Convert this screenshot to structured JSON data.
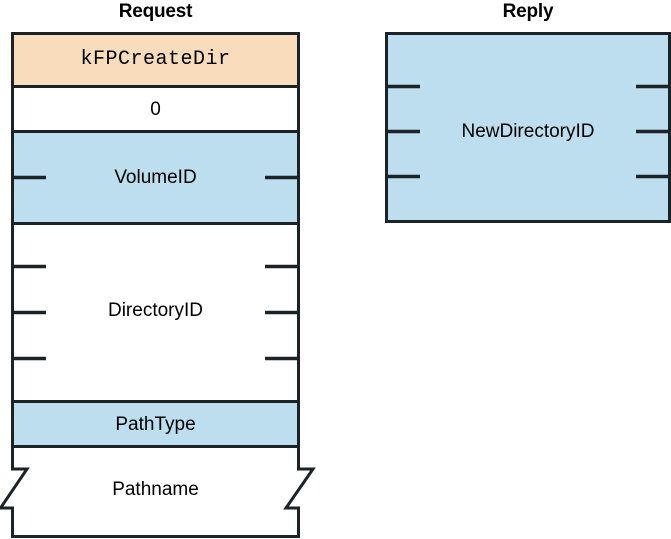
{
  "diagram": {
    "type": "packet-format-diagram",
    "protocol_call": "kFPCreateDir",
    "columns": [
      {
        "id": "request",
        "title": "Request",
        "fields": [
          {
            "label": "kFPCreateDir",
            "fill": "orange",
            "mono": true,
            "ticks": 0,
            "torn": false
          },
          {
            "label": "0",
            "fill": "white",
            "mono": false,
            "ticks": 0,
            "torn": false
          },
          {
            "label": "VolumeID",
            "fill": "blue",
            "mono": false,
            "ticks": 1,
            "torn": false
          },
          {
            "label": "DirectoryID",
            "fill": "white",
            "mono": false,
            "ticks": 3,
            "torn": false
          },
          {
            "label": "PathType",
            "fill": "blue",
            "mono": false,
            "ticks": 0,
            "torn": false
          },
          {
            "label": "Pathname",
            "fill": "white",
            "mono": false,
            "ticks": 0,
            "torn": true
          }
        ]
      },
      {
        "id": "reply",
        "title": "Reply",
        "fields": [
          {
            "label": "NewDirectoryID",
            "fill": "blue",
            "mono": false,
            "ticks": 3,
            "torn": false
          }
        ]
      }
    ],
    "colors": {
      "orange_fill": "#f9dcbc",
      "blue_fill": "#bcdeee",
      "white_fill": "#ffffff",
      "stroke": "#1c2327",
      "text": "#000000",
      "background": "#ffffff"
    }
  }
}
